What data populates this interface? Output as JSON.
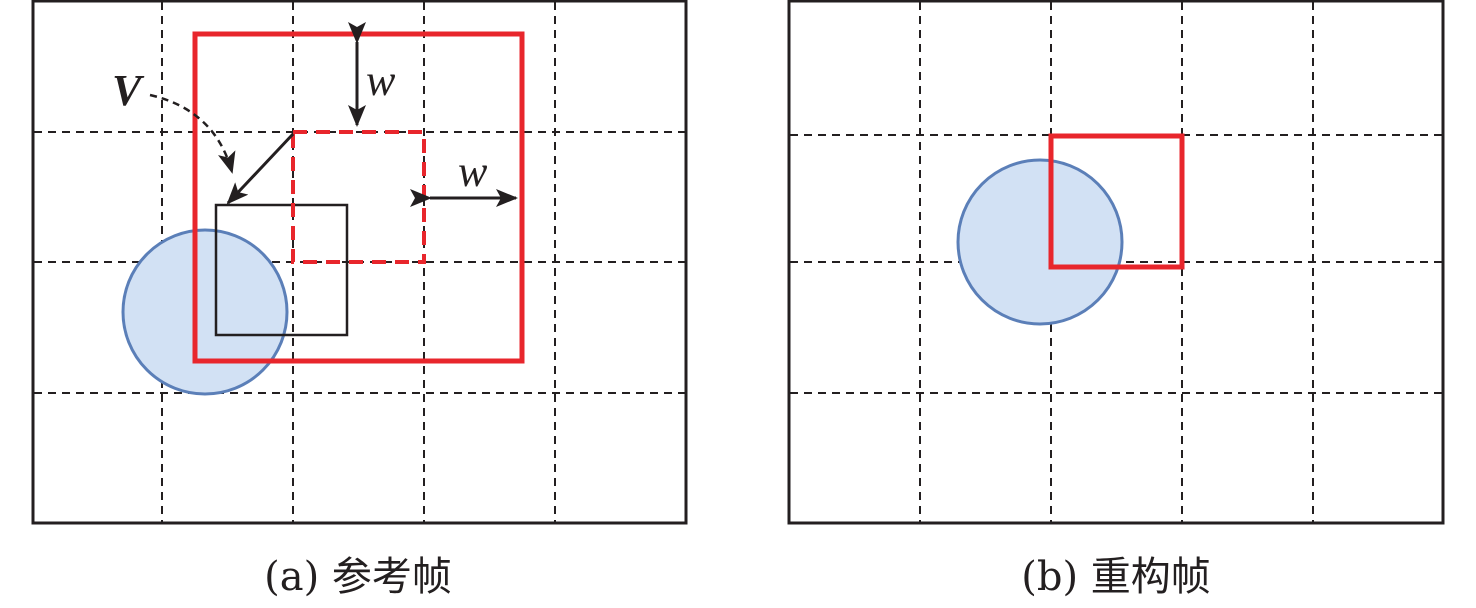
{
  "panels": [
    {
      "caption": "(a) 参考帧",
      "labels": {
        "vector": "V",
        "margin_top": "w",
        "margin_right": "w"
      }
    },
    {
      "caption": "(b) 重构帧"
    }
  ],
  "colors": {
    "search_window": "#e8262c",
    "object_fill": "#d2e1f4",
    "object_stroke": "#5b7fb8",
    "grid": "#231f20"
  }
}
